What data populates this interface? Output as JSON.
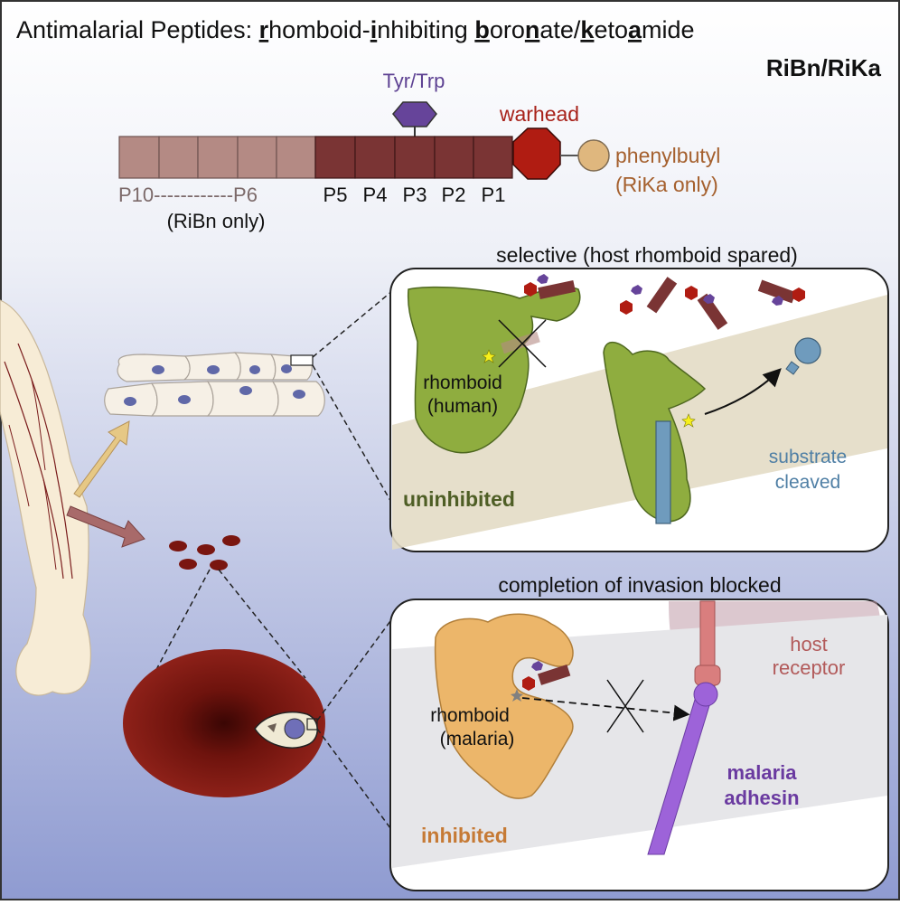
{
  "title": {
    "prefix": "Antimalarial Peptides: ",
    "parts": [
      {
        "u": "r",
        "t": "homboid-"
      },
      {
        "u": "i",
        "t": "nhibiting "
      },
      {
        "u": "b",
        "t": "oro"
      },
      {
        "u": "n",
        "t": "ate/"
      },
      {
        "u": "k",
        "t": "eto"
      },
      {
        "u": "a",
        "t": "mide"
      }
    ],
    "subtitle": "RiBn/RiKa"
  },
  "peptide": {
    "side_chain": "Tyr/Trp",
    "warhead": "warhead",
    "cap_line1": "phenylbutyl",
    "cap_line2": "(RiKa only)",
    "light_range": "P10------------P6",
    "light_note": "(RiBn only)",
    "positions": [
      "P5",
      "P4",
      "P3",
      "P2",
      "P1"
    ]
  },
  "top_panel": {
    "heading": "selective (host rhomboid spared)",
    "enzyme_line1": "rhomboid",
    "enzyme_line2": "(human)",
    "state": "uninhibited",
    "substrate_line1": "substrate",
    "substrate_line2": "cleaved"
  },
  "bottom_panel": {
    "heading": "completion of invasion blocked",
    "enzyme_line1": "rhomboid",
    "enzyme_line2": "(malaria)",
    "state": "inhibited",
    "receptor_line1": "host",
    "receptor_line2": "receptor",
    "adhesin_line1": "malaria",
    "adhesin_line2": "adhesin"
  },
  "colors": {
    "peptide_dark": "#7a3434",
    "peptide_light": "#b48a84",
    "warhead": "#b01c12",
    "side_chain": "#66449a",
    "cap": "#dfb77e",
    "human_rhomboid": "#8fad3f",
    "malaria_rhomboid": "#ecb66a",
    "substrate": "#6f9bbd",
    "adhesin": "#9d63d9",
    "receptor": "#d97e7e",
    "erythrocyte": "#7a1610"
  }
}
